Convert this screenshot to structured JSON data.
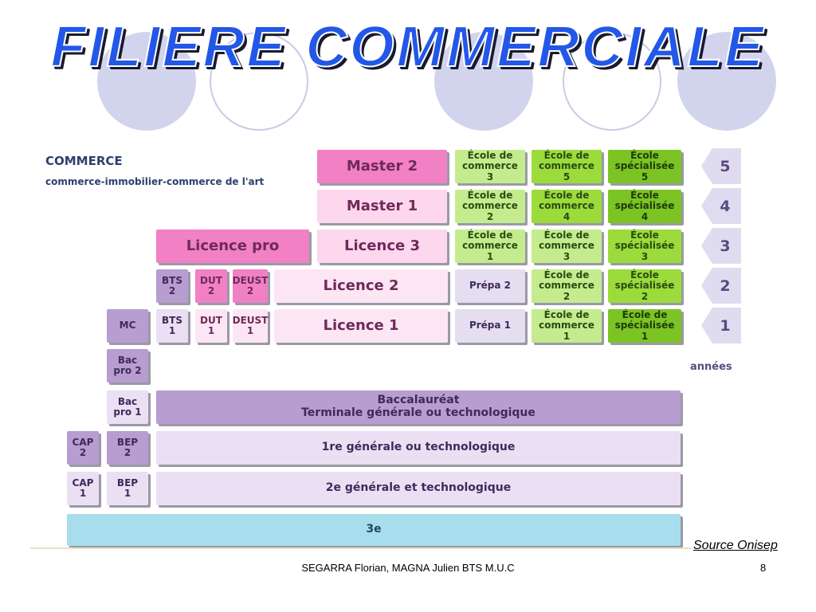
{
  "slide": {
    "title": "FILIERE COMMERCIALE",
    "source": "Source Onisep",
    "footer": "SEGARRA Florian, MAGNA Julien BTS M.U.C",
    "page_number": "8"
  },
  "diagram": {
    "heading": "COMMERCE",
    "subheading": "commerce-immobilier-commerce de l'art",
    "years_label": "années",
    "years": [
      "5",
      "4",
      "3",
      "2",
      "1"
    ],
    "row5": {
      "master2": "Master 2",
      "ec3": "École de commerce 3",
      "ec5": "École de commerce 5",
      "es5": "École spécialisée 5"
    },
    "row4": {
      "master1": "Master 1",
      "ec2": "École de commerce 2",
      "ec4": "École de commerce 4",
      "es4": "École spécialisée 4"
    },
    "row3": {
      "licence_pro": "Licence pro",
      "licence3": "Licence 3",
      "ec1": "École de commerce 1",
      "ec3b": "École de commerce 3",
      "es3": "École spécialisée 3"
    },
    "row2": {
      "bts2": "BTS 2",
      "dut2": "DUT 2",
      "deust2": "DEUST 2",
      "licence2": "Licence 2",
      "prepa2": "Prépa 2",
      "ec2b": "École de commerce 2",
      "es2": "École spécialisée 2"
    },
    "row1": {
      "mc": "MC",
      "bts1": "BTS 1",
      "dut1": "DUT 1",
      "deust1": "DEUST 1",
      "licence1": "Licence 1",
      "prepa1": "Prépa 1",
      "ec1b": "École de commerce 1",
      "es1": "École de spécialisée 1"
    },
    "lycee": {
      "bacpro2": "Bac pro 2",
      "bacpro1": "Bac pro 1",
      "bac": "Baccalauréat",
      "bac_sub": "Terminale générale ou technologique",
      "cap2": "CAP 2",
      "bep2": "BEP 2",
      "premiere": "1re générale ou technologique",
      "cap1": "CAP 1",
      "bep1": "BEP 1",
      "seconde": "2e générale et technologique",
      "troisieme": "3e"
    }
  }
}
